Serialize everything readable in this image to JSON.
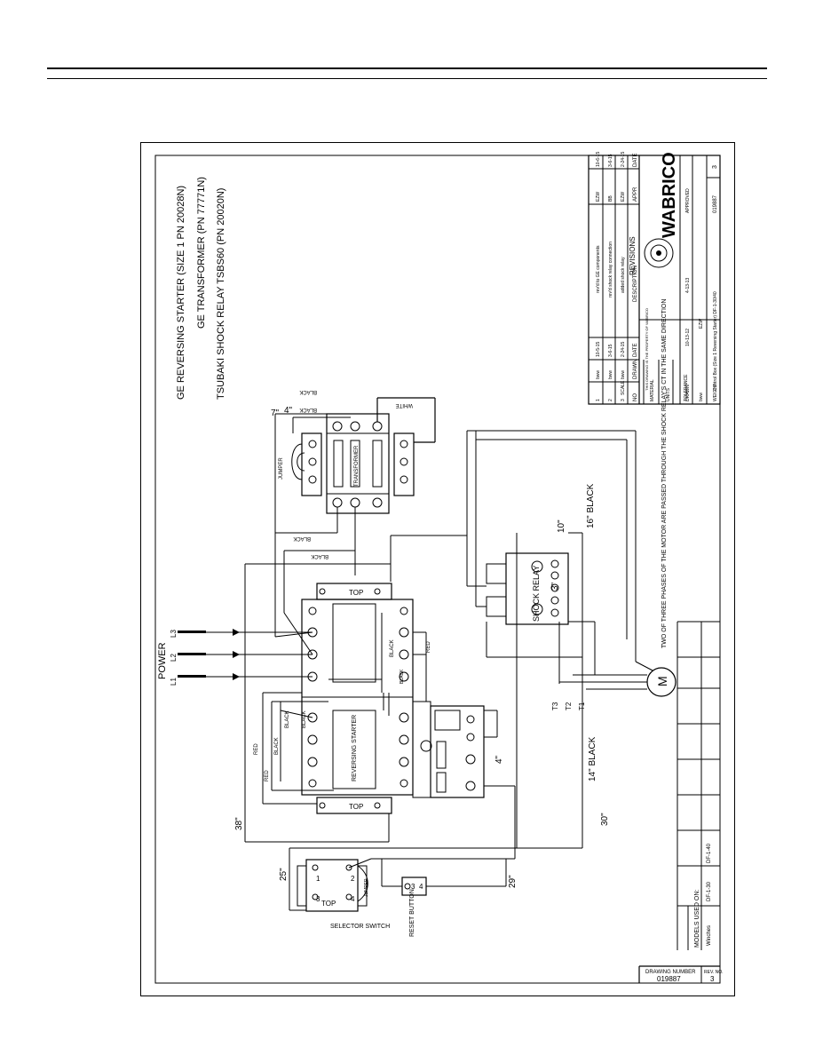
{
  "notes": {
    "line1": "GE REVERSING STARTER (SIZE 1 PN 20028N)",
    "line2": "GE TRANSFORMER (PN 77771N)",
    "line3": "TSUBAKI SHOCK RELAY TSBS60 (PN 20020N)"
  },
  "labels": {
    "power": "POWER",
    "l1": "L1",
    "l2": "L2",
    "l3": "L3",
    "top": "TOP",
    "jumper": "JUMPER",
    "transformer": "TRANSFORMER",
    "reversing_starter": "REVERSING STARTER",
    "shock_relay": "SHOCK RELAY",
    "selector_switch": "SELECTOR SWITCH",
    "reset_button": "RESET BUTTON",
    "black": "BLACK",
    "red": "RED",
    "white": "WHITE",
    "motor": "M",
    "t1": "T1",
    "t2": "T2",
    "t3": "T3",
    "motor_note": "TWO OF THREE PHASES OF THE MOTOR ARE PASSED THROUGH THE SHOCK RELAY'S CT IN THE SAME DIRECTION",
    "ss1": "1",
    "ss2": "2",
    "ss3": "3",
    "ss4": "4",
    "rb3": "3",
    "rb4": "4"
  },
  "dimensions": {
    "d7": "7\"",
    "d4a": "4\"",
    "d38": "38\"",
    "d25": "25\"",
    "d29": "29\"",
    "d30": "30\"",
    "d14": "14\" BLACK",
    "d16": "16\" BLACK",
    "d10": "10\"",
    "d3": "3\"",
    "d4b": "4\""
  },
  "revisions": {
    "title": "REVISIONS",
    "headers": [
      "NO",
      "DRAWN",
      "DATE",
      "DESCRIPTION",
      "APPR",
      "DATE"
    ],
    "rows": [
      [
        "3",
        "bww",
        "2-24-15",
        "added shock relay",
        "EZW",
        "2-24-15"
      ],
      [
        "2",
        "bww",
        "3-6-15",
        "rev'd shock relay connection",
        "BB",
        "3-6-15"
      ],
      [
        "1",
        "bww",
        "10-5-15",
        "rev'd to GE components",
        "EZW",
        "10-6-15"
      ]
    ]
  },
  "title_block": {
    "company": "WABRICO",
    "scale": "SCALE",
    "material": "MATERIAL",
    "units": "UNITS",
    "tolerance": "TOLERANCE",
    "weight": "WEIGHT",
    "drawn": "DRAWN",
    "drawn_by": "bww",
    "drawn_date": "10-13-12",
    "checked_by": "EZW",
    "checked_date": "4-13-13",
    "approved": "APPROVED",
    "drawing_title": "Control Box (Size 1 Reversing Starter) DF-1-30/40",
    "drawing_number": "019887",
    "rev_no": "3",
    "proprietary": "THIS DRAWING IS THE PROPERTY OF WABRICO"
  },
  "models": {
    "title": "MODELS USED ON:",
    "first": "Winches",
    "items": [
      "DF-1-30",
      "DF-1-40"
    ]
  },
  "drawing_number_box": {
    "label": "DRAWING NUMBER",
    "value": "019887",
    "rev_label": "REV. NO.",
    "rev_value": "3"
  }
}
